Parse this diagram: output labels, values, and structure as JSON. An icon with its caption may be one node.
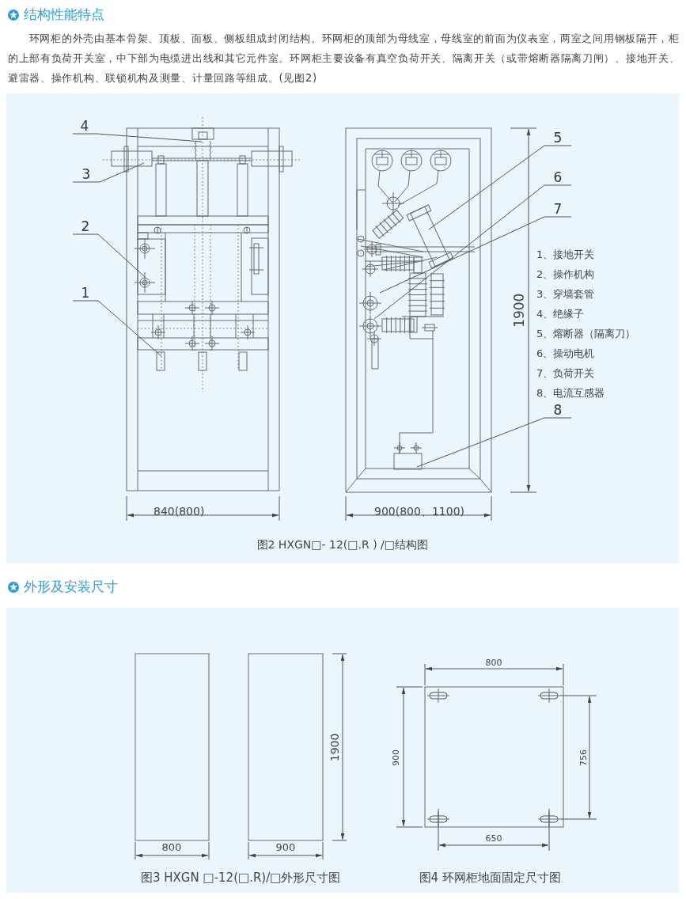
{
  "diagram": {
    "nodes": [
      {
        "text": [
          "4"
        ]
      },
      {
        "text": [
          "3"
        ]
      },
      {
        "text": [
          "2"
        ]
      },
      {
        "text": [
          "1"
        ]
      },
      {
        "text": [
          "5"
        ]
      },
      {
        "text": [
          "6"
        ]
      },
      {
        "text": [
          "7"
        ]
      },
      {
        "text": [
          "8"
        ]
      }
    ],
    "edges": [
      {
        "from": 0,
        "to": null,
        "arrow": "none"
      },
      {
        "from": 1,
        "to": null,
        "arrow": "none"
      },
      {
        "from": 2,
        "to": null,
        "arrow": "none"
      },
      {
        "from": 3,
        "to": null,
        "arrow": "none"
      },
      {
        "from": 4,
        "to": null,
        "arrow": "none"
      },
      {
        "from": 5,
        "to": null,
        "arrow": "none"
      },
      {
        "from": 6,
        "to": null,
        "arrow": "none"
      },
      {
        "from": 7,
        "to": null,
        "arrow": "none"
      }
    ],
    "labels": [
      "结构性能特点",
      "环网柜的外壳由基本骨架、顶板、面板、侧板组成封闭结构。环网柜的顶部为母线室，母线室的前面为仪表室，两室之间用钢板隔开，柜的上部有负荷开关室，中下部为电缆进出线和其它元件室。环网柜主要设备有真空负荷开关、隔离开关（或带熔断器隔离刀闸）、接地开关、避雷器、操作机构、联锁机构及测量、计量回路等组成。(见图2)",
      "840(800)",
      "900(800、1100)",
      "1900",
      "1、接地开关",
      "2、操作机构",
      "3、穿墙套管",
      "4、绝缘子",
      "5、熔断器（隔离刀）",
      "6、操动电机",
      "7、负荷开关",
      "8、电流互感器",
      "图2 HXGN□- 12(□.R ) /□结构图",
      "外形及安装尺寸",
      "1900",
      "800",
      "900",
      "800",
      "900",
      "756",
      "650",
      "图3 HXGN □-12(□.R)/□外形尺寸图",
      "图4 环网柜地面固定尺寸图"
    ]
  }
}
